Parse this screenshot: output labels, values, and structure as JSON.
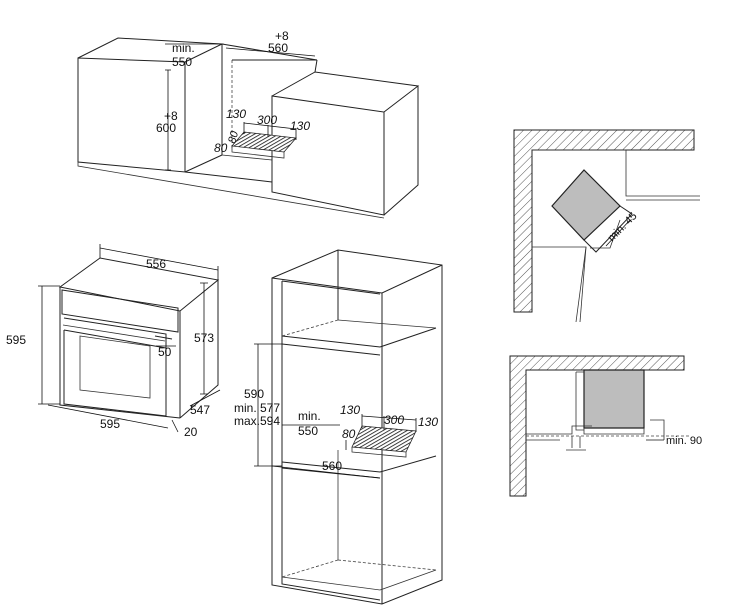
{
  "top_cabinet": {
    "min": "min.",
    "v550": "550",
    "plus8a": "+8",
    "v560": "560",
    "plus8b": "+8",
    "v600": "600",
    "v130a": "130",
    "v300": "300",
    "v130b": "130",
    "v80a": "80",
    "v80b": "80"
  },
  "oven": {
    "v556": "556",
    "v595h": "595",
    "v573": "573",
    "v50": "50",
    "v547": "547",
    "v595w": "595",
    "v20": "20"
  },
  "tall_cabinet": {
    "v590": "590",
    "min577": "min. 577",
    "max594": "max.594",
    "min": "min.",
    "v550": "550",
    "v130a": "130",
    "v300": "300",
    "v130b": "130",
    "v80": "80",
    "v560": "560"
  },
  "corner_top": {
    "min45": "min. 45"
  },
  "corner_bottom": {
    "min90": "min. 90"
  }
}
